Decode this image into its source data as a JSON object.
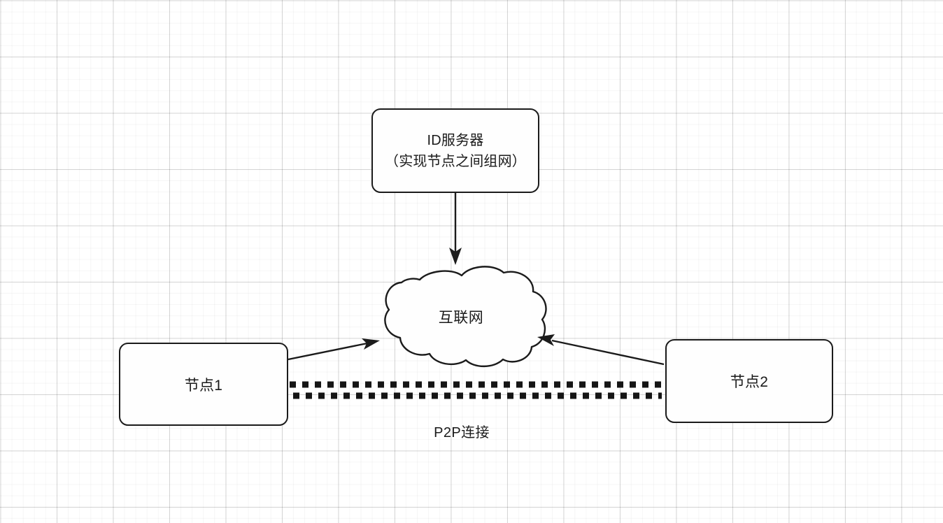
{
  "diagram": {
    "title_present": false,
    "background": {
      "style": "graph-paper-grid",
      "paper_color": "#ffffff",
      "minor_grid_color": "#f2f2f2",
      "major_grid_color": "#d9d9d9"
    },
    "stroke_color": "#1b1b1b",
    "text_color": "#1a1a1a",
    "nodes": {
      "id_server": {
        "name": "ID服务器",
        "lines": [
          "ID服务器",
          "（实现节点之间组网）"
        ],
        "shape": "rounded-rectangle"
      },
      "internet": {
        "name": "互联网",
        "label": "互联网",
        "shape": "cloud"
      },
      "node1": {
        "name": "节点1",
        "label": "节点1",
        "shape": "rounded-rectangle"
      },
      "node2": {
        "name": "节点2",
        "label": "节点2",
        "shape": "rounded-rectangle"
      }
    },
    "edges": [
      {
        "id": "id-server-to-internet",
        "from": "ID服务器",
        "to": "互联网",
        "style": "solid",
        "arrow": "single",
        "label": ""
      },
      {
        "id": "node1-to-internet",
        "from": "节点1",
        "to": "互联网",
        "style": "solid",
        "arrow": "single",
        "label": ""
      },
      {
        "id": "node2-to-internet",
        "from": "节点2",
        "to": "互联网",
        "style": "solid",
        "arrow": "single",
        "label": ""
      },
      {
        "id": "node1-to-node2-p2p",
        "from": "节点1",
        "to": "节点2",
        "style": "thick-dotted",
        "arrow": "none",
        "label": "P2P连接"
      }
    ]
  }
}
